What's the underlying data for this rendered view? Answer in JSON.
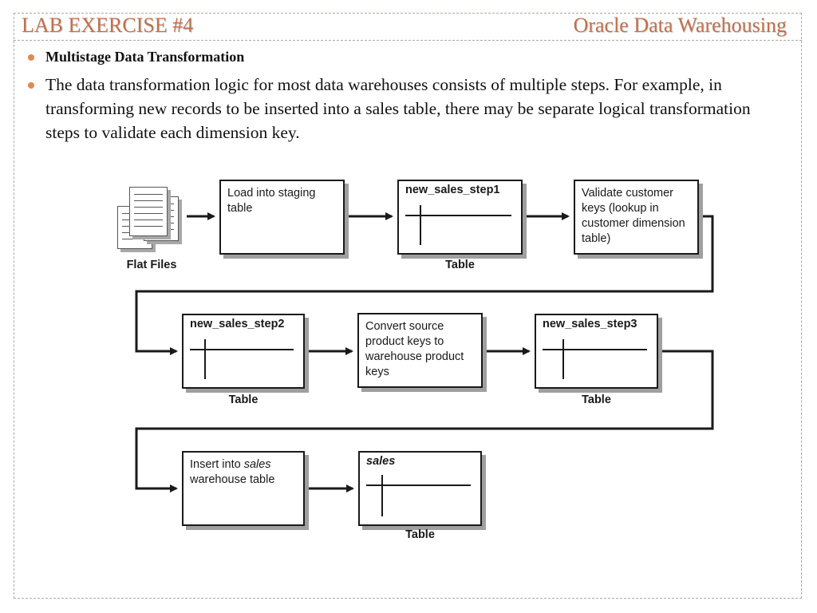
{
  "header": {
    "title": "LAB EXERCISE #4",
    "subtitle": "Oracle Data Warehousing"
  },
  "bullets": [
    "Multistage Data Transformation",
    "The data transformation logic for most data warehouses consists of multiple steps. For example, in transforming new records to be inserted into a sales table, there may be separate logical transformation steps to validate each dimension key."
  ],
  "diagram": {
    "source_label": "Flat Files",
    "steps": {
      "load": "Load into staging table",
      "validate": "Validate customer keys (lookup in customer dimension table)",
      "convert": "Convert source product keys to warehouse product keys",
      "insert_prefix": "Insert into ",
      "insert_italic": "sales",
      "insert_suffix": " warehouse table"
    },
    "tables": [
      {
        "name": "new_sales_step1",
        "caption": "Table"
      },
      {
        "name": "new_sales_step2",
        "caption": "Table"
      },
      {
        "name": "new_sales_step3",
        "caption": "Table"
      },
      {
        "name": "sales",
        "caption": "Table"
      }
    ],
    "colors": {
      "accent": "#c0704c",
      "bullet": "#dd8a56",
      "line": "#1a1a1a",
      "shadow": "#9f9f9f"
    }
  }
}
